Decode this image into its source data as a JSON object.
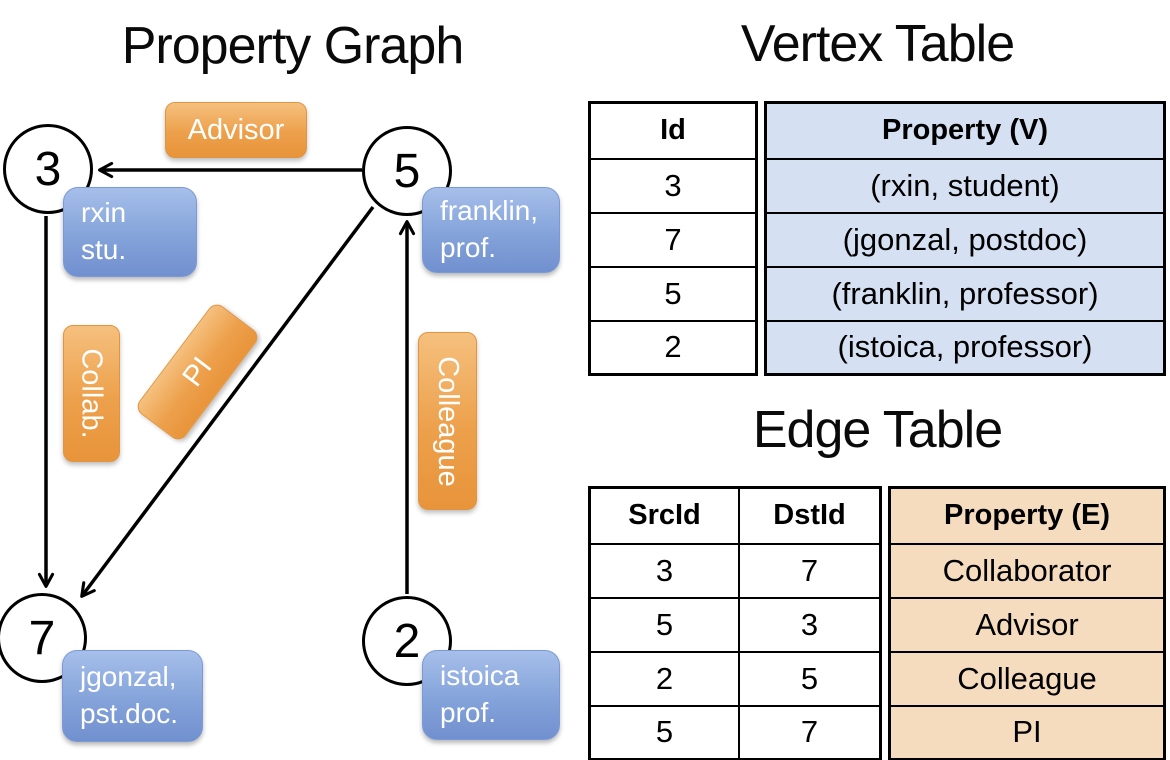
{
  "graph": {
    "title": "Property Graph",
    "nodes": [
      {
        "id": "3",
        "line1": "rxin",
        "line2": "stu."
      },
      {
        "id": "5",
        "line1": "franklin,",
        "line2": "prof."
      },
      {
        "id": "7",
        "line1": "jgonzal,",
        "line2": "pst.doc."
      },
      {
        "id": "2",
        "line1": "istoica",
        "line2": "prof."
      }
    ],
    "edge_labels": {
      "advisor": "Advisor",
      "collab": "Collab.",
      "pi": "PI",
      "colleague": "Colleague"
    }
  },
  "vertex_table": {
    "title": "Vertex Table",
    "columns": {
      "id": "Id",
      "property": "Property (V)"
    },
    "rows": [
      {
        "id": "3",
        "property": "(rxin, student)"
      },
      {
        "id": "7",
        "property": "(jgonzal, postdoc)"
      },
      {
        "id": "5",
        "property": "(franklin, professor)"
      },
      {
        "id": "2",
        "property": "(istoica, professor)"
      }
    ]
  },
  "edge_table": {
    "title": "Edge Table",
    "columns": {
      "src": "SrcId",
      "dst": "DstId",
      "property": "Property (E)"
    },
    "rows": [
      {
        "src": "3",
        "dst": "7",
        "property": "Collaborator"
      },
      {
        "src": "5",
        "dst": "3",
        "property": "Advisor"
      },
      {
        "src": "2",
        "dst": "5",
        "property": "Colleague"
      },
      {
        "src": "5",
        "dst": "7",
        "property": "PI"
      }
    ]
  },
  "colors": {
    "edge_label_orange_top": "#f5c07e",
    "edge_label_orange_bottom": "#e8943a",
    "vertex_box_blue_top": "#a6bfea",
    "vertex_box_blue_bottom": "#7190cf",
    "vertex_table_fill": "#d5e0f3",
    "edge_table_fill": "#f6dcbe",
    "line_color": "#000000"
  }
}
